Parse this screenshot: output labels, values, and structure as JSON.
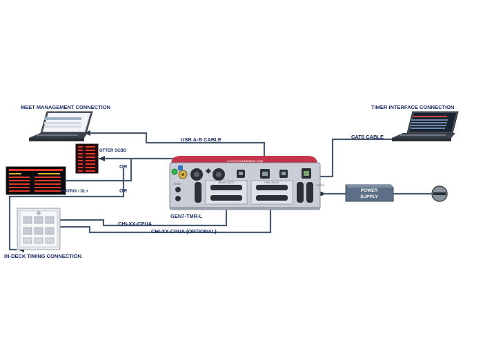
{
  "labels": {
    "meet_management": "MEET MANAGEMENT CONNECTION",
    "timer_interface": "TIMER INTERFACE CONNECTION",
    "usb_cable": "USB A-B CABLE",
    "cat6_cable": "CAT6 CABLE",
    "otter_scbd": "OTTER SCBD",
    "or_1": "OR",
    "or_2": "OR",
    "matrix_dl": "MATRIX / DL+",
    "gen7": "GEN7-TMR-L",
    "chi_cpua": "CHI-XX-CPUA",
    "chi_cpua_optional": "CHI-XX-CPUA (OPTIONAL)",
    "in_deck": "IN-DECK TIMING CONNECTION",
    "power_supply_line1": "POWER",
    "power_supply_line2": "SUPPLY",
    "device_url": "www.coloradotime.com",
    "rear_deck": "REAR DECK",
    "fwd_deck": "FWD DECK",
    "start": "START",
    "dc_in": "12VDC"
  },
  "colors": {
    "label_text": "#1b2d6b",
    "cable": "#4a5a6e",
    "device_body": "#c9ced6",
    "device_top": "#c4344a",
    "power_supply": "#5c6f86",
    "screen": "#1b2430"
  }
}
